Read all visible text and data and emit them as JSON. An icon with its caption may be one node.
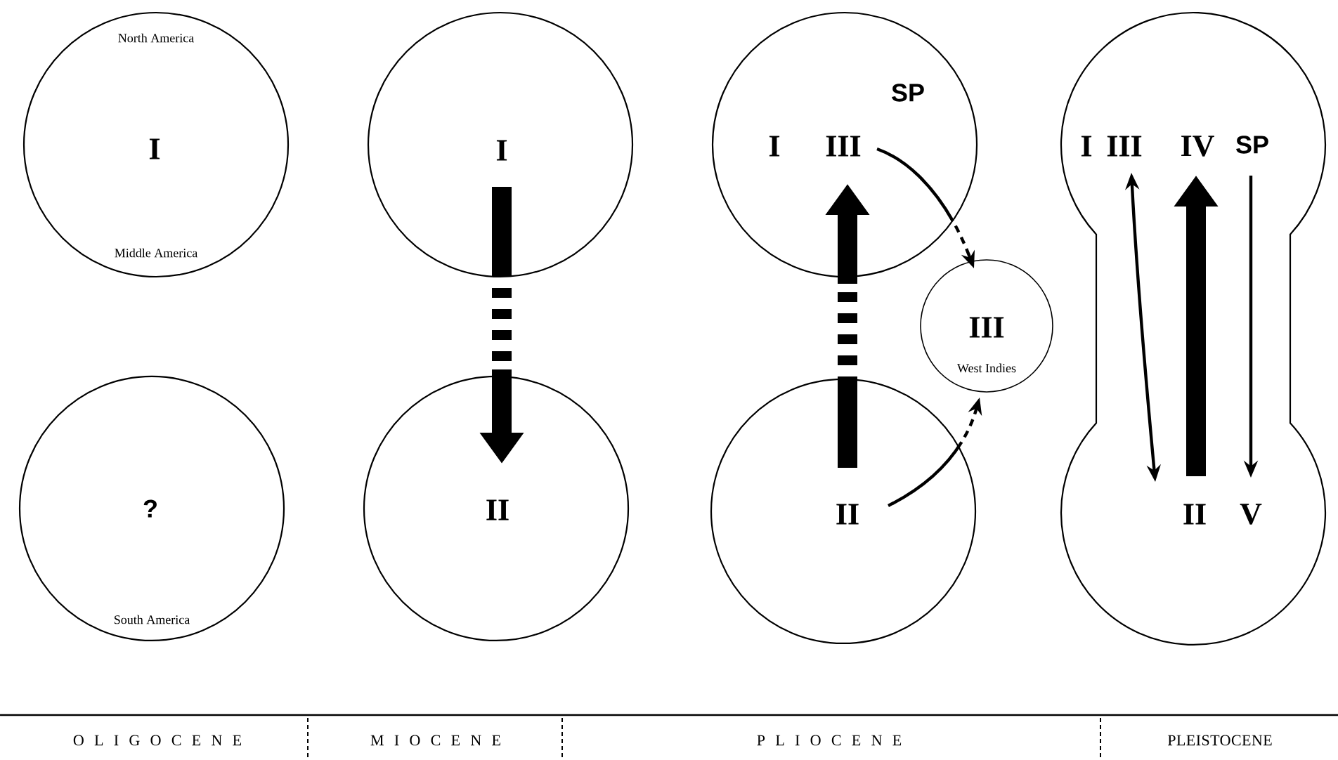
{
  "diagram": {
    "nodes": [
      {
        "text": [
          "North America",
          "Middle America"
        ]
      },
      {
        "text": [
          "I"
        ],
        "in": 0
      },
      {
        "text": [
          "South America"
        ]
      },
      {
        "text": [
          "?"
        ],
        "in": 2
      },
      {
        "text": [],
        "shape": "circle"
      },
      {
        "text": [
          "I"
        ],
        "in": 4
      },
      {
        "text": [],
        "shape": "circle"
      },
      {
        "text": [
          "II"
        ],
        "in": 6
      },
      {
        "text": [],
        "shape": "circle"
      },
      {
        "text": [
          "SP"
        ],
        "in": 8
      },
      {
        "text": [
          "I"
        ],
        "in": 8
      },
      {
        "text": [
          "III"
        ],
        "in": 8
      },
      {
        "text": [
          "West Indies"
        ]
      },
      {
        "text": [
          "III"
        ],
        "in": 12
      },
      {
        "text": [],
        "shape": "circle"
      },
      {
        "text": [
          "II"
        ],
        "in": 14
      },
      {
        "text": [],
        "shape": "dumbbell"
      },
      {
        "text": [
          "I"
        ],
        "in": 16
      },
      {
        "text": [
          "III"
        ],
        "in": 16
      },
      {
        "text": [
          "IV"
        ],
        "in": 16
      },
      {
        "text": [
          "SP"
        ],
        "in": 16
      },
      {
        "text": [
          "II"
        ],
        "in": 16
      },
      {
        "text": [
          "V"
        ],
        "in": 16
      }
    ],
    "edges": [
      {
        "from": 5,
        "to": 7,
        "arrow": "to",
        "style": "dashed"
      },
      {
        "from": 15,
        "to": 11,
        "arrow": "to",
        "style": "dashed"
      },
      {
        "from": 11,
        "to": 12,
        "arrow": "to",
        "style": "dashed"
      },
      {
        "from": 15,
        "to": 12,
        "arrow": "to",
        "style": "dashed"
      },
      {
        "from": 18,
        "to": 21,
        "arrow": "both"
      },
      {
        "from": 21,
        "to": 19,
        "arrow": "to",
        "style": "thick"
      },
      {
        "from": 20,
        "to": 22,
        "arrow": "to"
      }
    ],
    "labels": [
      "O L I G O C E N E",
      "M I O C E N E",
      "P L I O C E N E",
      "PLEISTOCENE"
    ]
  }
}
